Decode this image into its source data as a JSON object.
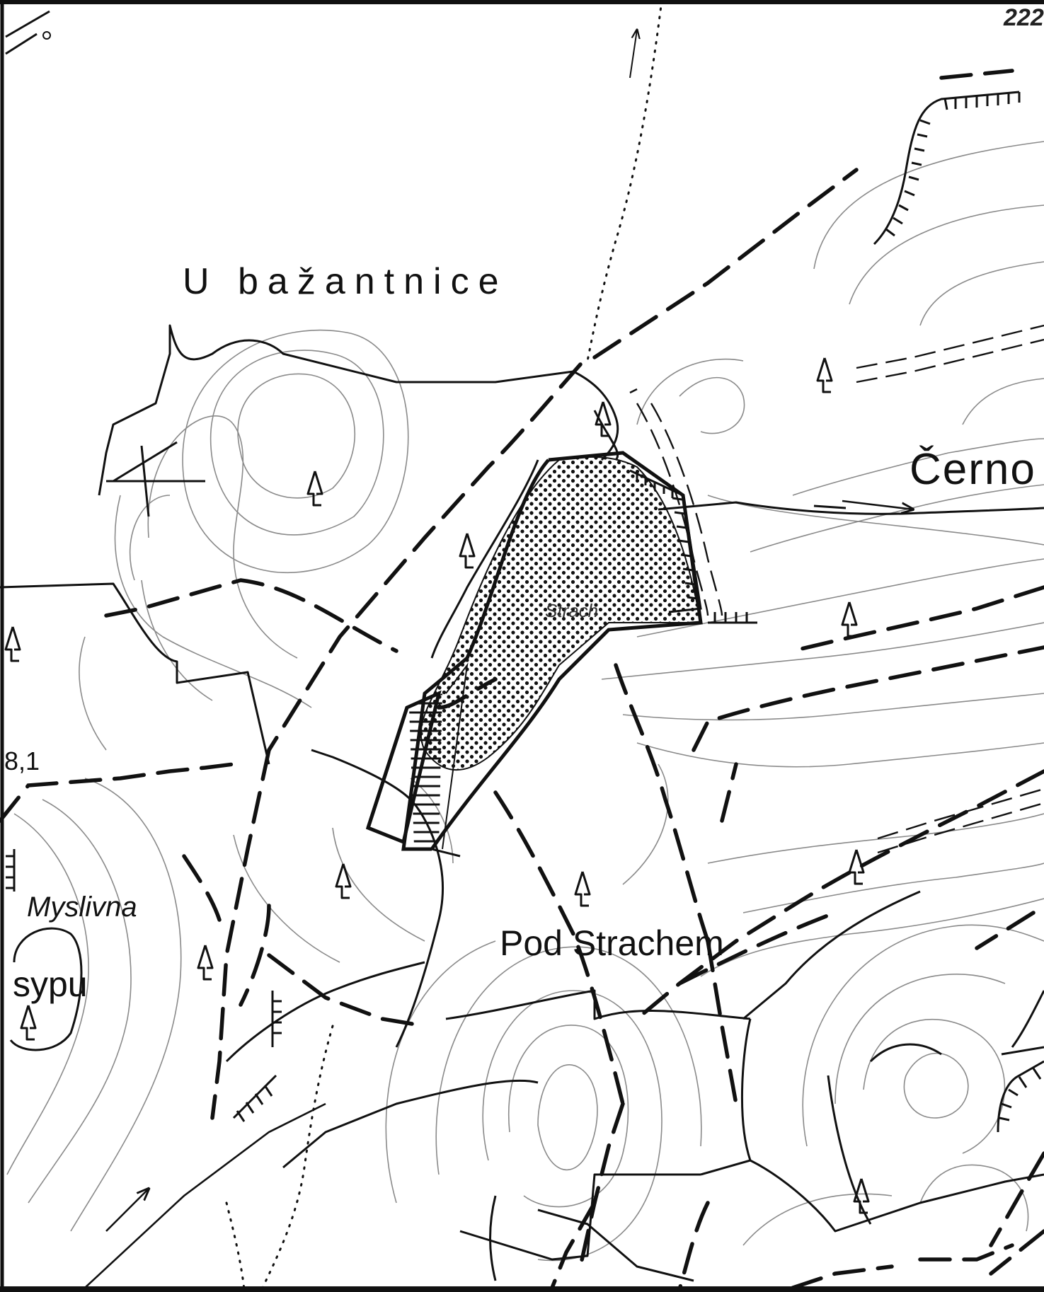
{
  "sheet_number": "222",
  "labels": {
    "u_bazantnice": "U bažantnice",
    "cerno": "Černo",
    "strach": "Strach",
    "myslivna": "Myslivna",
    "sypu": "sypu",
    "pod_strachem": "Pod Strachem",
    "elevation": "8,1"
  },
  "icons": {
    "tree": "coniferous-tree-icon",
    "arrow": "arrow-icon",
    "cross": "cross-icon"
  },
  "colors": {
    "line": "#111111",
    "contour": "#8a8a8a",
    "stipple": "#111111",
    "paper": "#ffffff"
  }
}
